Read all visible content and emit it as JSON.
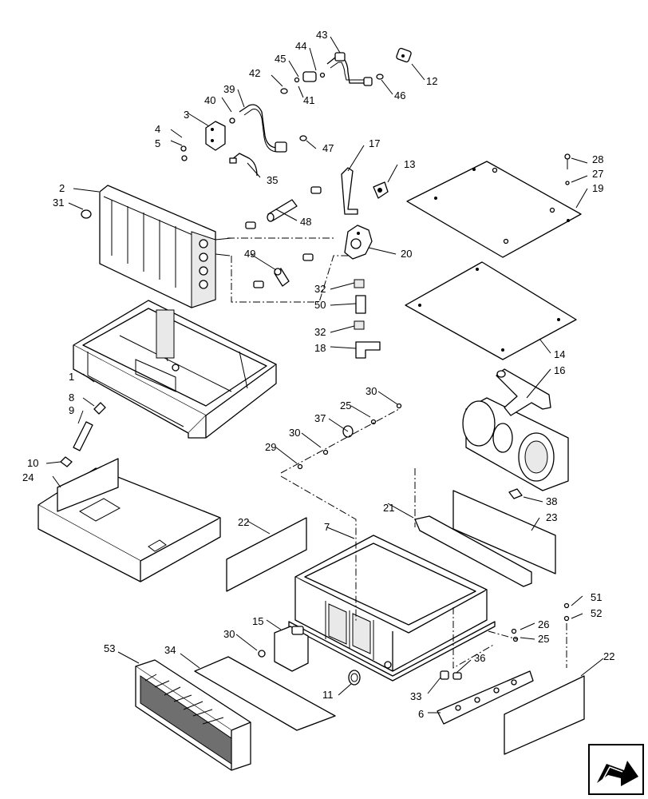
{
  "diagram": {
    "callouts": [
      {
        "id": "n1",
        "label": "1"
      },
      {
        "id": "n2",
        "label": "2"
      },
      {
        "id": "n3",
        "label": "3"
      },
      {
        "id": "n4",
        "label": "4"
      },
      {
        "id": "n5",
        "label": "5"
      },
      {
        "id": "n6",
        "label": "6"
      },
      {
        "id": "n7",
        "label": "7"
      },
      {
        "id": "n8",
        "label": "8"
      },
      {
        "id": "n9",
        "label": "9"
      },
      {
        "id": "n10",
        "label": "10"
      },
      {
        "id": "n11",
        "label": "11"
      },
      {
        "id": "n12",
        "label": "12"
      },
      {
        "id": "n13",
        "label": "13"
      },
      {
        "id": "n14",
        "label": "14"
      },
      {
        "id": "n15",
        "label": "15"
      },
      {
        "id": "n16",
        "label": "16"
      },
      {
        "id": "n17",
        "label": "17"
      },
      {
        "id": "n18",
        "label": "18"
      },
      {
        "id": "n19",
        "label": "19"
      },
      {
        "id": "n20",
        "label": "20"
      },
      {
        "id": "n21",
        "label": "21"
      },
      {
        "id": "n22a",
        "label": "22"
      },
      {
        "id": "n22b",
        "label": "22"
      },
      {
        "id": "n23",
        "label": "23"
      },
      {
        "id": "n24",
        "label": "24"
      },
      {
        "id": "n25a",
        "label": "25"
      },
      {
        "id": "n25b",
        "label": "25"
      },
      {
        "id": "n26",
        "label": "26"
      },
      {
        "id": "n27",
        "label": "27"
      },
      {
        "id": "n28",
        "label": "28"
      },
      {
        "id": "n29",
        "label": "29"
      },
      {
        "id": "n30a",
        "label": "30"
      },
      {
        "id": "n30b",
        "label": "30"
      },
      {
        "id": "n30c",
        "label": "30"
      },
      {
        "id": "n31",
        "label": "31"
      },
      {
        "id": "n32a",
        "label": "32"
      },
      {
        "id": "n32b",
        "label": "32"
      },
      {
        "id": "n33",
        "label": "33"
      },
      {
        "id": "n34",
        "label": "34"
      },
      {
        "id": "n35",
        "label": "35"
      },
      {
        "id": "n36",
        "label": "36"
      },
      {
        "id": "n37",
        "label": "37"
      },
      {
        "id": "n38",
        "label": "38"
      },
      {
        "id": "n39",
        "label": "39"
      },
      {
        "id": "n40",
        "label": "40"
      },
      {
        "id": "n41",
        "label": "41"
      },
      {
        "id": "n42",
        "label": "42"
      },
      {
        "id": "n43",
        "label": "43"
      },
      {
        "id": "n44",
        "label": "44"
      },
      {
        "id": "n45",
        "label": "45"
      },
      {
        "id": "n46",
        "label": "46"
      },
      {
        "id": "n47",
        "label": "47"
      },
      {
        "id": "n48",
        "label": "48"
      },
      {
        "id": "n49",
        "label": "49"
      },
      {
        "id": "n50",
        "label": "50"
      },
      {
        "id": "n51",
        "label": "51"
      },
      {
        "id": "n52",
        "label": "52"
      },
      {
        "id": "n53",
        "label": "53"
      }
    ],
    "navigation_icon": "next-page-arrow-icon"
  }
}
